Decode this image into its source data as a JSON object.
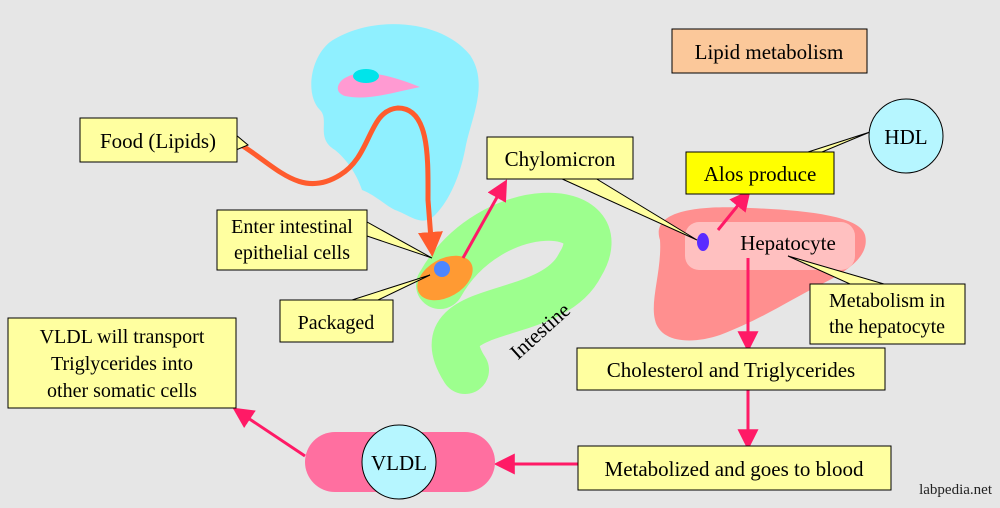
{
  "title": "Lipid metabolism",
  "labels": {
    "food": "Food (Lipids)",
    "enter_line1": "Enter intestinal",
    "enter_line2": "epithelial cells",
    "packaged": "Packaged",
    "chylomicron": "Chylomicron",
    "intestine": "Intestine",
    "also_produce": "Alos produce",
    "hdl": "HDL",
    "hepatocyte": "Hepatocyte",
    "metab_line1": "Metabolism in",
    "metab_line2": "the hepatocyte",
    "chol_trig": "Cholesterol and Triglycerides",
    "metab_blood": "Metabolized and goes to blood",
    "vldl": "VLDL",
    "vldl_line1": "VLDL  will transport",
    "vldl_line2": "Triglycerides into",
    "vldl_line3": "other somatic cells",
    "watermark": "labpedia.net"
  },
  "colors": {
    "background": "#e6e6e6",
    "note": "#ffffa0",
    "title_box": "#fbc89a",
    "head": "#8ff0ff",
    "intestine": "#9dff8e",
    "liver": "#ff8f8f",
    "arrow": "#ff1a66",
    "food_path": "#ff5b2d",
    "cell": "#ff9a33",
    "nucleus": "#4d86ff",
    "hdl_circle": "#b6f6ff",
    "vldl_capsule": "#ff6fa0"
  }
}
